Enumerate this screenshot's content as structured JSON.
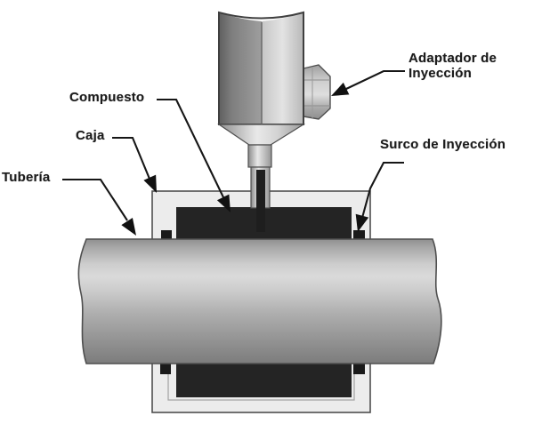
{
  "diagram": {
    "labels": {
      "compuesto": "Compuesto",
      "caja": "Caja",
      "tuberia": "Tubería",
      "adaptador_line1": "Adaptador de",
      "adaptador_line2": "Inyección",
      "surco": "Surco de Inyección"
    },
    "colors": {
      "background": "#ffffff",
      "compound_fill": "#242424",
      "housing_fill": "#ececec",
      "pipe_highlight": "#dcdcdc",
      "pipe_shadow": "#7c7c7c",
      "outline": "#4f4f4f",
      "label_text": "#1c1c1c"
    }
  }
}
